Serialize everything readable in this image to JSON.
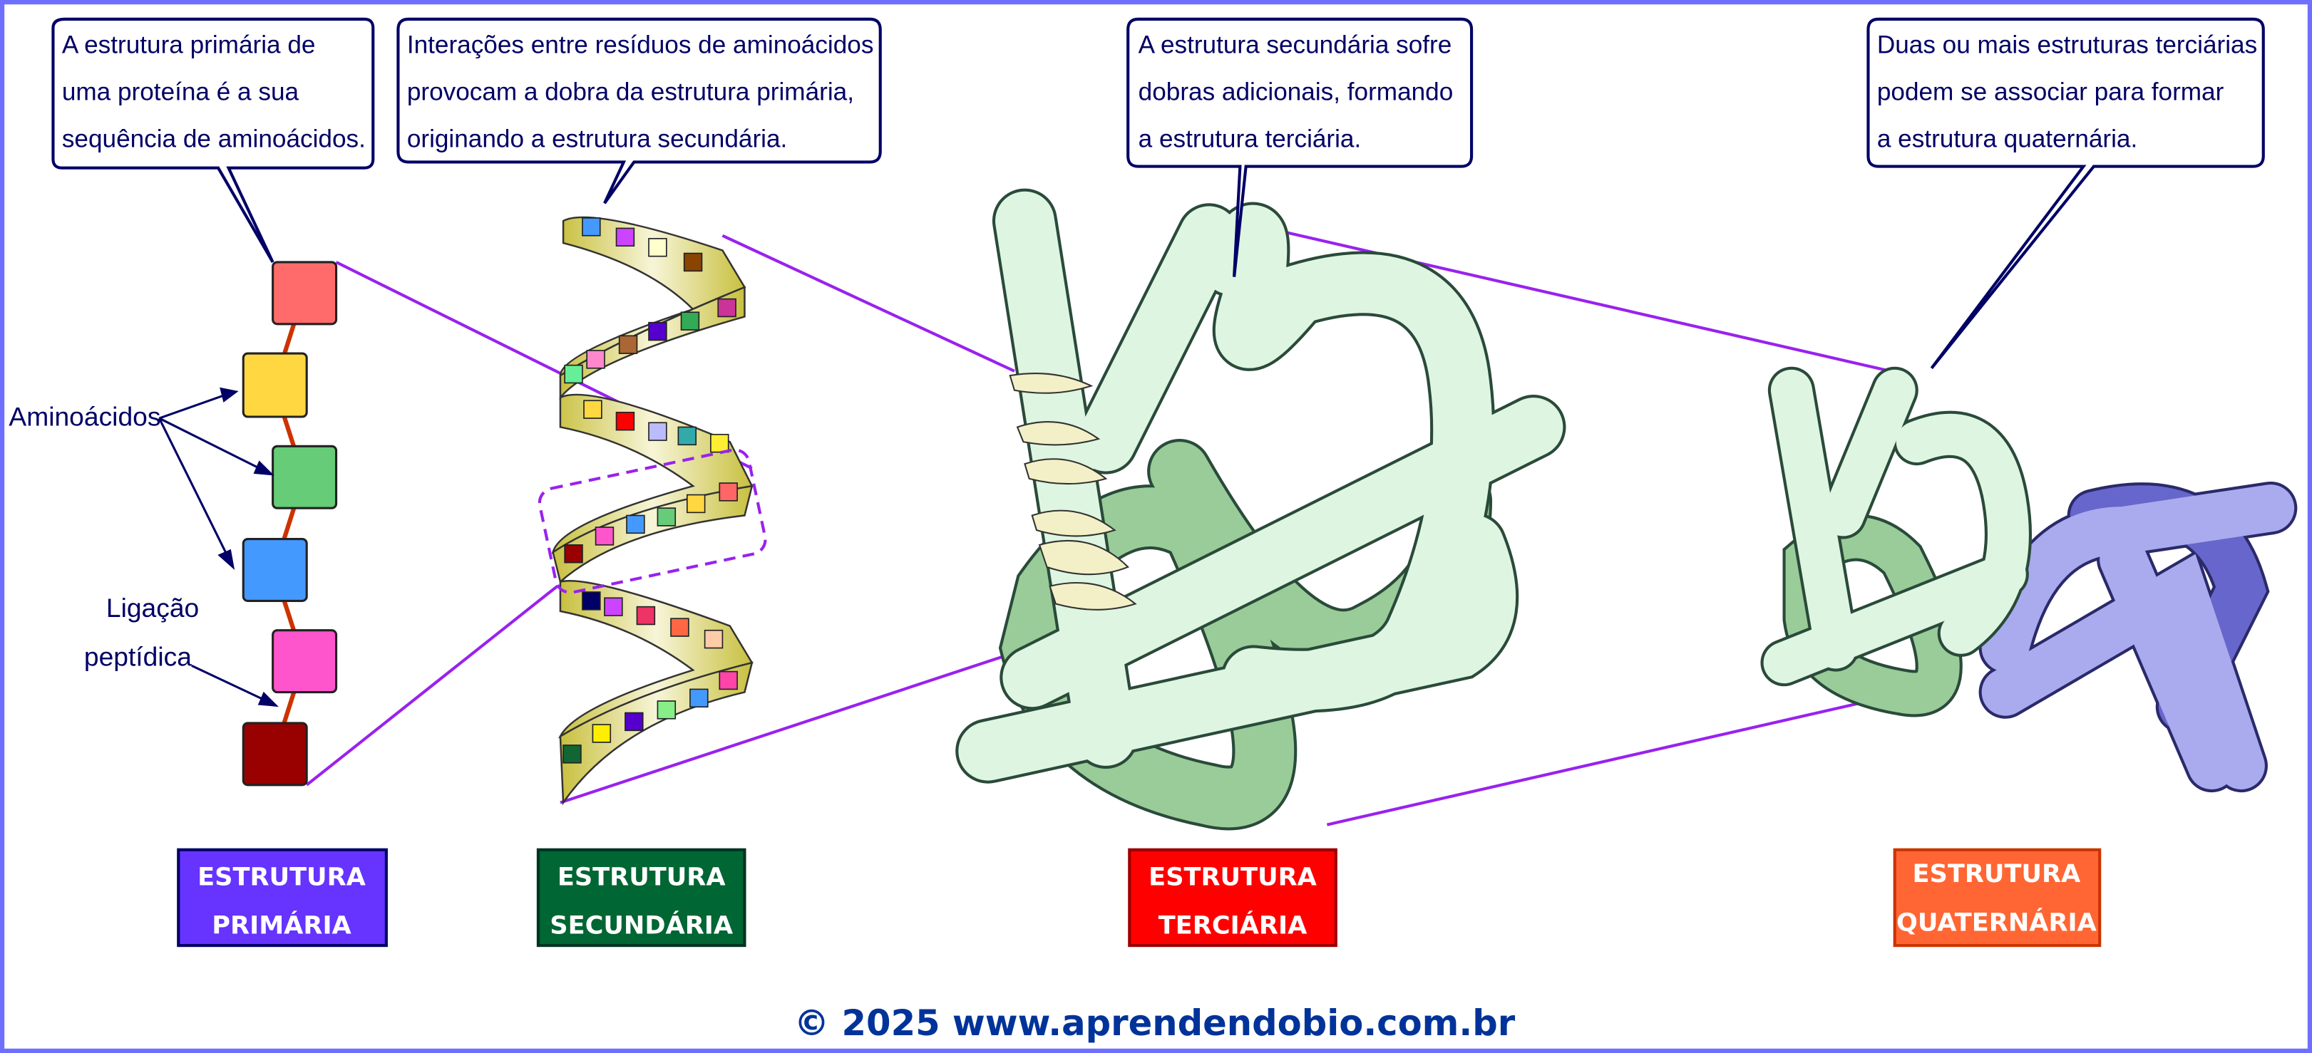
{
  "callouts": [
    {
      "lines": [
        "A estrutura primária de",
        "uma proteína é a sua",
        "sequência de aminoácidos."
      ]
    },
    {
      "lines": [
        "Interações entre resíduos de aminoácidos",
        "provocam a dobra da estrutura primária,",
        "originando a estrutura secundária."
      ]
    },
    {
      "lines": [
        "A estrutura secundária sofre",
        "dobras adicionais, formando",
        " a estrutura terciária."
      ]
    },
    {
      "lines": [
        "Duas ou mais estruturas terciárias",
        "podem se associar para formar",
        "a estrutura quaternária."
      ]
    }
  ],
  "annotations": {
    "amino": "Aminoácidos",
    "bond_1": "Ligação",
    "bond_2": "peptídica"
  },
  "labels": [
    {
      "l1": "ESTRUTURA",
      "l2": "PRIMÁRIA",
      "color": "#6633ff"
    },
    {
      "l1": "ESTRUTURA",
      "l2": "SECUNDÁRIA",
      "color": "#006633"
    },
    {
      "l1": "ESTRUTURA",
      "l2": "TERCIÁRIA",
      "color": "#ff0000"
    },
    {
      "l1": "ESTRUTURA",
      "l2": "QUATERNÁRIA",
      "color": "#ff6633"
    }
  ],
  "amino_colors": [
    "#ff6b6b",
    "#ffd740",
    "#66cc77",
    "#4499ff",
    "#ff55cc",
    "#990000"
  ],
  "footer": "© 2025 www.aprendendobio.com.br"
}
